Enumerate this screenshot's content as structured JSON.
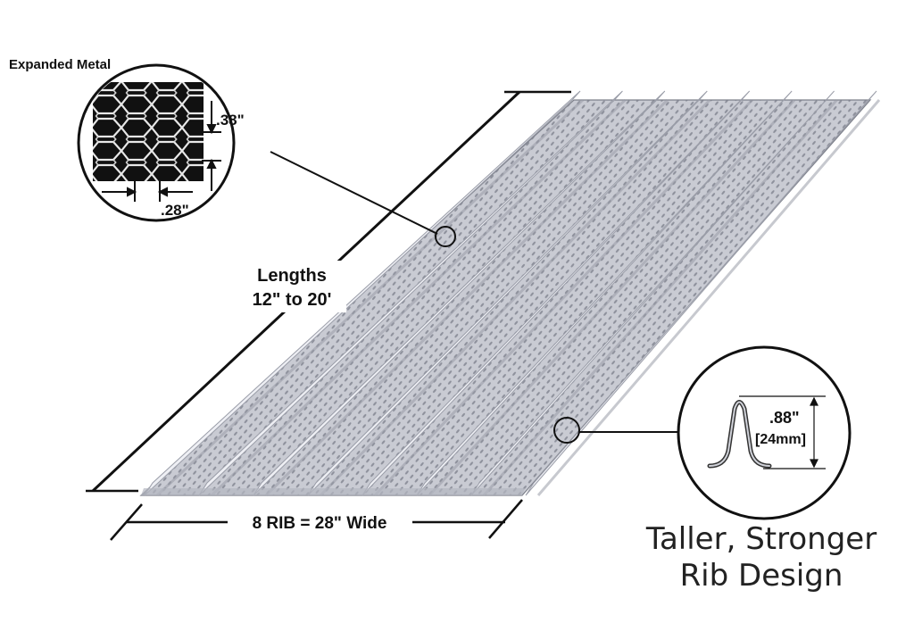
{
  "inset_expanded_metal": {
    "title": "Expanded Metal",
    "dim_height": ".38\"",
    "dim_width": ".28\""
  },
  "length_label": {
    "line1": "Lengths",
    "line2": "12\" to 20'"
  },
  "width_label": "8 RIB = 28\" Wide",
  "inset_rib": {
    "dim_inch": ".88\"",
    "dim_mm": "[24mm]"
  },
  "caption": {
    "line1": "Taller, Stronger",
    "line2": "Rib Design"
  },
  "colors": {
    "panel_fill": "#c9cbd3",
    "rib_highlight": "#eeeff4",
    "rib_shadow": "#9a9da8",
    "perforation": "#8e919c",
    "line": "#111111"
  },
  "rib_count": 8
}
